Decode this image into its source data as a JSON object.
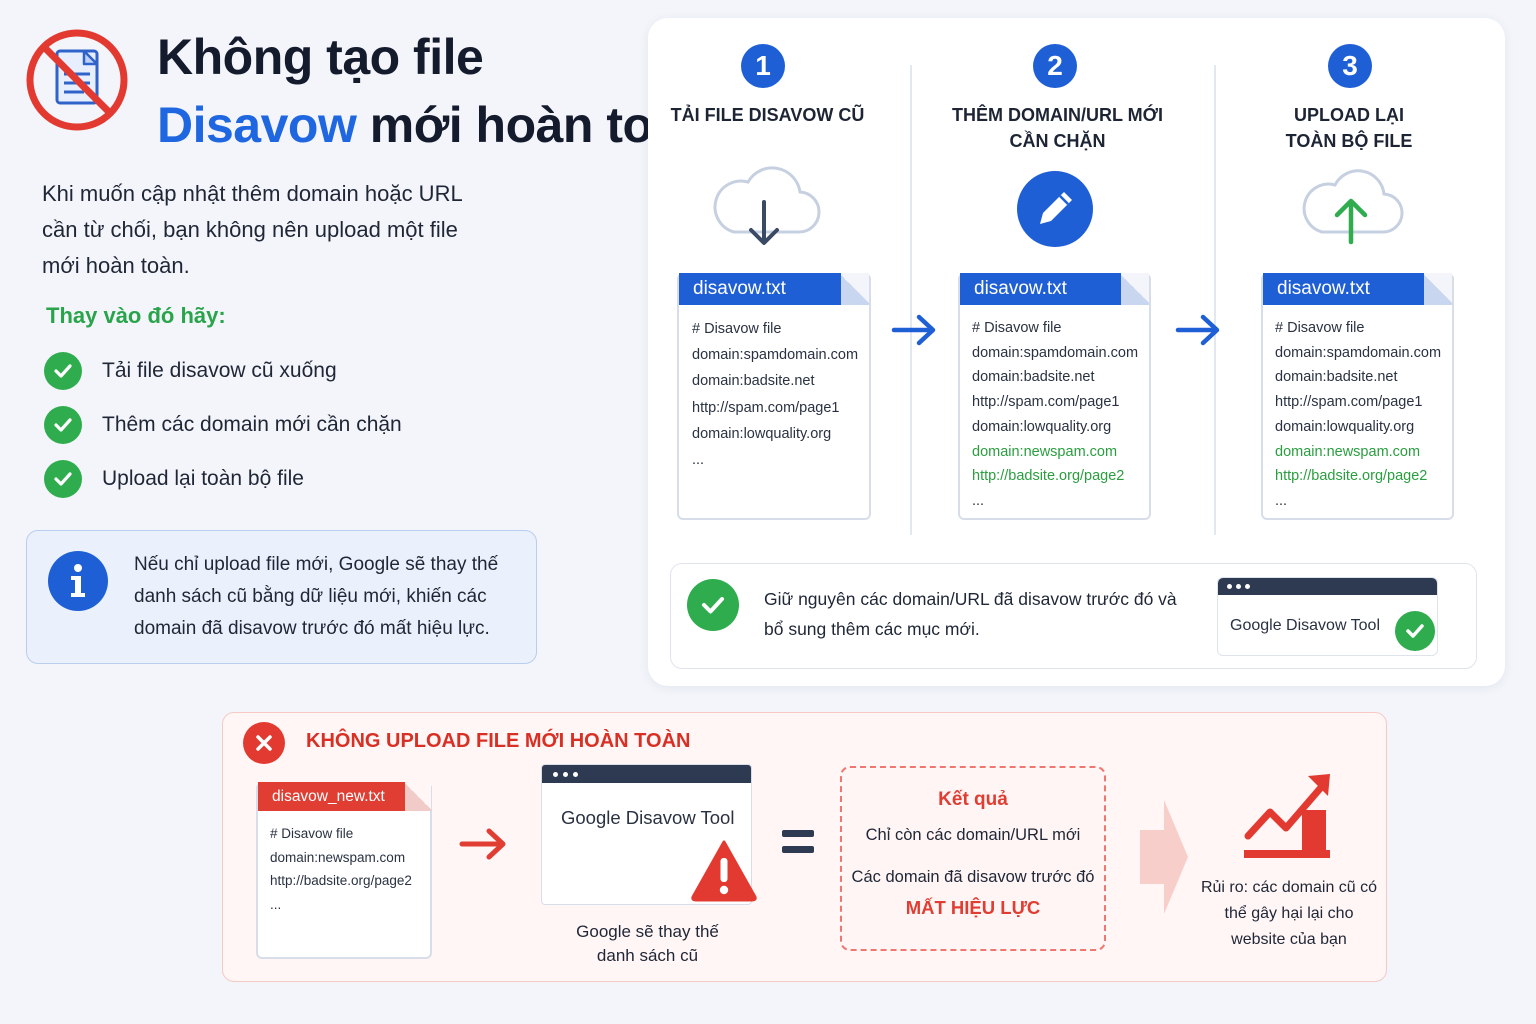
{
  "header": {
    "title_line1": "Không tạo file",
    "title_highlight": "Disavow",
    "title_line2_rest": " mới hoàn toàn"
  },
  "intro": {
    "text": "Khi muốn cập nhật thêm domain hoặc URL cần từ chối, bạn không nên upload một file mới hoàn toàn.",
    "instead_label": "Thay vào đó hãy:",
    "checklist": [
      "Tải file disavow cũ xuống",
      "Thêm các domain mới cần chặn",
      "Upload lại toàn bộ file"
    ]
  },
  "info_note": {
    "text": "Nếu chỉ upload file mới, Google sẽ thay thế danh sách cũ bằng dữ liệu mới, khiến các domain đã disavow trước đó mất hiệu lực."
  },
  "steps": [
    {
      "number": "1",
      "title_line1": "TẢI FILE DISAVOW CŨ",
      "title_line2": "",
      "file_name": "disavow.txt",
      "lines": [
        "# Disavow file",
        "domain:spamdomain.com",
        "domain:badsite.net",
        "http://spam.com/page1",
        "domain:lowquality.org"
      ],
      "new_lines": [],
      "ellipsis": "..."
    },
    {
      "number": "2",
      "title_line1": "THÊM DOMAIN/URL MỚI",
      "title_line2": "CẦN CHẶN",
      "file_name": "disavow.txt",
      "lines": [
        "# Disavow file",
        "domain:spamdomain.com",
        "domain:badsite.net",
        "http://spam.com/page1",
        "domain:lowquality.org"
      ],
      "new_lines": [
        "domain:newspam.com",
        "http://badsite.org/page2"
      ],
      "ellipsis": "..."
    },
    {
      "number": "3",
      "title_line1": "UPLOAD LẠI",
      "title_line2": "TOÀN BỘ FILE",
      "file_name": "disavow.txt",
      "lines": [
        "# Disavow file",
        "domain:spamdomain.com",
        "domain:badsite.net",
        "http://spam.com/page1",
        "domain:lowquality.org"
      ],
      "new_lines": [
        "domain:newspam.com",
        "http://badsite.org/page2"
      ],
      "ellipsis": "..."
    }
  ],
  "keep_result": {
    "text": "Giữ nguyên các domain/URL đã disavow trước đó và bổ sung thêm các mục mới.",
    "tool_label": "Google Disavow Tool"
  },
  "warning": {
    "title": "KHÔNG UPLOAD FILE MỚI HOÀN TOÀN",
    "file_name": "disavow_new.txt",
    "file_lines": [
      "# Disavow file",
      "domain:newspam.com",
      "http://badsite.org/page2"
    ],
    "ellipsis": "...",
    "tool_label": "Google Disavow Tool",
    "tool_caption": "Google sẽ thay thế danh sách cũ",
    "result_heading": "Kết quả",
    "result_line1": "Chỉ còn các domain/URL mới",
    "result_line2": "Các domain đã disavow trước đó",
    "result_line3": "MẤT HIỆU LỰC",
    "risk_text": "Rủi ro: các domain cũ có thể gây hại lại cho website của bạn"
  },
  "icons": {
    "no_file": "no-file-icon",
    "check": "check-icon",
    "info": "info-icon",
    "download": "cloud-download-icon",
    "edit": "pencil-icon",
    "upload": "cloud-upload-icon",
    "arrow": "arrow-right-icon",
    "close": "close-icon",
    "warning": "warning-triangle-icon",
    "chart": "chart-up-icon"
  },
  "colors": {
    "brand_blue": "#1f5fd6",
    "success_green": "#2fad4e",
    "danger_red": "#e03e33",
    "dark": "#141b2d"
  }
}
